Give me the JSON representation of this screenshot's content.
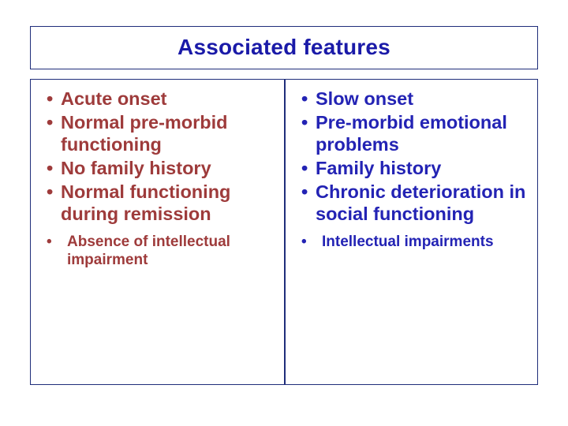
{
  "slide": {
    "title": "Associated features",
    "colors": {
      "border": "#1f2d7a",
      "title_text": "#1a1aa8",
      "left_text": "#9e3b3b",
      "right_text": "#2323b4"
    },
    "columns": [
      {
        "name": "left",
        "items": [
          {
            "text": "Acute onset",
            "level": 1
          },
          {
            "text": "Normal pre-morbid functioning",
            "level": 1
          },
          {
            "text": "No family history",
            "level": 1
          },
          {
            "text": "Normal functioning during remission",
            "level": 1
          },
          {
            "text": "Absence of intellectual impairment",
            "level": 2
          }
        ]
      },
      {
        "name": "right",
        "items": [
          {
            "text": "Slow onset",
            "level": 1
          },
          {
            "text": "Pre-morbid emotional problems",
            "level": 1
          },
          {
            "text": "Family history",
            "level": 1
          },
          {
            "text": "Chronic deterioration in social functioning",
            "level": 1
          },
          {
            "text": "Intellectual impairments",
            "level": 2
          }
        ]
      }
    ]
  }
}
